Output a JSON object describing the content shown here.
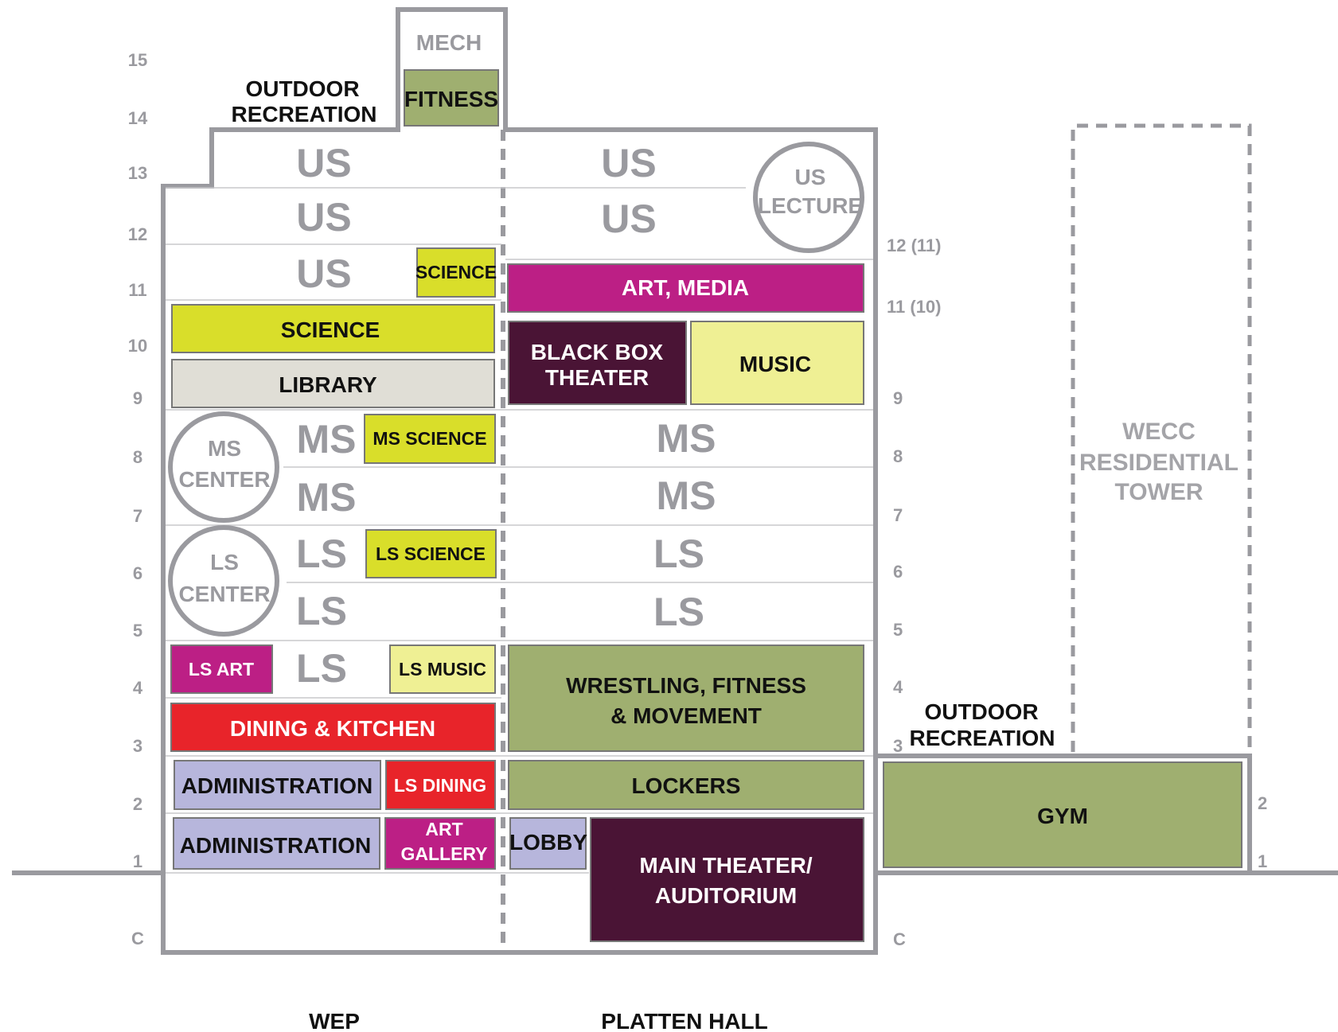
{
  "colors": {
    "outline": "#9a9a9f",
    "fitness_green": "#9faf70",
    "science_yellow": "#d9de2a",
    "library_grey": "#e0ded6",
    "music_yellow": "#eff094",
    "magenta": "#bc1f85",
    "dark_purple": "#4a1435",
    "red": "#e8242a",
    "lavender": "#b7b6dc"
  },
  "buildings": {
    "wep": "WEP",
    "platten": "PLATTEN HALL",
    "tower": [
      "WECC",
      "RESIDENTIAL",
      "TOWER"
    ]
  },
  "outdoor_top": [
    "OUTDOOR",
    "RECREATION"
  ],
  "outdoor_right": [
    "OUTDOOR",
    "RECREATION"
  ],
  "floors_left": [
    "15",
    "14",
    "13",
    "12",
    "11",
    "10",
    "9",
    "8",
    "7",
    "6",
    "5",
    "4",
    "3",
    "2",
    "1",
    "C"
  ],
  "floors_right": [
    "12 (11)",
    "11 (10)",
    "9",
    "8",
    "7",
    "6",
    "5",
    "4",
    "3",
    "C"
  ],
  "floors_far_right": [
    "2",
    "1"
  ],
  "rooms": {
    "mech": "MECH",
    "fitness": "FITNESS",
    "science_small": "SCIENCE",
    "art_media": "ART, MEDIA",
    "science": "SCIENCE",
    "black_box": [
      "BLACK BOX",
      "THEATER"
    ],
    "music": "MUSIC",
    "library": "LIBRARY",
    "ms_science": "MS SCIENCE",
    "ls_science": "LS SCIENCE",
    "ls_art": "LS ART",
    "ls_music": "LS MUSIC",
    "wrestling": [
      "WRESTLING, FITNESS",
      "& MOVEMENT"
    ],
    "dining": "DINING & KITCHEN",
    "administration_2": "ADMINISTRATION",
    "ls_dining": "LS DINING",
    "lockers": "LOCKERS",
    "gym": "GYM",
    "administration_1": "ADMINISTRATION",
    "art_gallery": [
      "ART",
      "GALLERY"
    ],
    "lobby": "LOBBY",
    "main_theater": [
      "MAIN THEATER/",
      "AUDITORIUM"
    ]
  },
  "divisions": {
    "us": "US",
    "ms": "MS",
    "ls": "LS"
  },
  "circles": {
    "us_lecture": [
      "US",
      "LECTURE"
    ],
    "ms_center": [
      "MS",
      "CENTER"
    ],
    "ls_center": [
      "LS",
      "CENTER"
    ]
  }
}
